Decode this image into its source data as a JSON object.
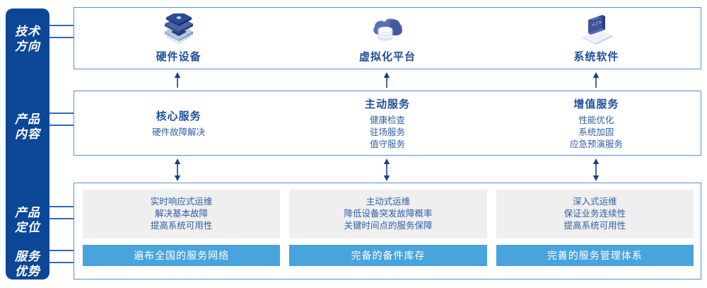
{
  "rail": {
    "labels": [
      {
        "id": "tech-direction",
        "text": "技术\n方向"
      },
      {
        "id": "product-content",
        "text": "产品\n内容"
      },
      {
        "id": "product-position",
        "text": "产品\n定位"
      },
      {
        "id": "service-advantage",
        "text": "服务\n优势"
      }
    ],
    "color": "#0b4697"
  },
  "tech": {
    "columns": [
      {
        "icon": "server-stack-icon",
        "label": "硬件设备"
      },
      {
        "icon": "cloud-database-icon",
        "label": "虚拟化平台"
      },
      {
        "icon": "laptop-code-icon",
        "label": "系统软件"
      }
    ]
  },
  "content": {
    "columns": [
      {
        "title": "核心服务",
        "items": [
          "硬件故障解决"
        ]
      },
      {
        "title": "主动服务",
        "items": [
          "健康检查",
          "驻场服务",
          "值守服务"
        ]
      },
      {
        "title": "增值服务",
        "items": [
          "性能优化",
          "系统加固",
          "应急预演服务"
        ]
      }
    ]
  },
  "bottom": {
    "columns": [
      {
        "position_items": [
          "实时响应式运维",
          "解决基本故障",
          "提高系统可用性"
        ],
        "advantage": "遍布全国的服务网络"
      },
      {
        "position_items": [
          "主动式运维",
          "降低设备突发故障概率",
          "关键时间点的服务保障"
        ],
        "advantage": "完备的备件库存"
      },
      {
        "position_items": [
          "深入式运维",
          "保证业务连续性",
          "提高系统可用性"
        ],
        "advantage": "完善的服务管理体系"
      }
    ]
  },
  "colors": {
    "rail_blue": "#0b4697",
    "panel_border": "#5b8fd0",
    "title_blue": "#1f4e9c",
    "body_blue": "#2e5fa3",
    "advantage_blue": "#49a3dc",
    "position_gray": "#efefef",
    "arrow_navy": "#1b3f82"
  },
  "arrows": {
    "tech_to_content": [
      "arrow-up",
      "arrow-up",
      "arrow-up"
    ],
    "content_to_bottom": [
      "arrow-both",
      "arrow-both",
      "arrow-both"
    ]
  }
}
